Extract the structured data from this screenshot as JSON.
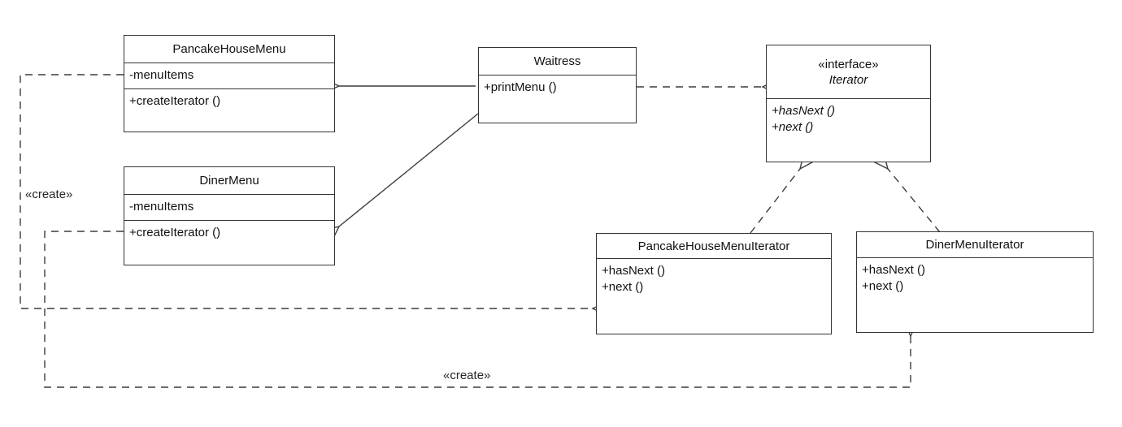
{
  "diagram_type": "uml-class-diagram",
  "classes": [
    {
      "name": "PancakeHouseMenu",
      "attributes": [
        "-menuItems"
      ],
      "methods": [
        "+createIterator ()"
      ]
    },
    {
      "name": "DinerMenu",
      "attributes": [
        "-menuItems"
      ],
      "methods": [
        "+createIterator ()"
      ]
    },
    {
      "name": "Waitress",
      "methods": [
        "+printMenu ()"
      ]
    },
    {
      "name": "Iterator",
      "stereotype": "«interface»",
      "methods": [
        "+hasNext ()",
        "+next ()"
      ]
    },
    {
      "name": "PancakeHouseMenuIterator",
      "methods": [
        "+hasNext ()",
        "+next ()"
      ]
    },
    {
      "name": "DinerMenuIterator",
      "methods": [
        "+hasNext ()",
        "+next ()"
      ]
    }
  ],
  "relationships": [
    {
      "type": "association",
      "from": "Waitress",
      "to": "PancakeHouseMenu"
    },
    {
      "type": "association",
      "from": "Waitress",
      "to": "DinerMenu"
    },
    {
      "type": "dependency",
      "from": "Waitress",
      "to": "Iterator"
    },
    {
      "type": "realization",
      "from": "PancakeHouseMenuIterator",
      "to": "Iterator"
    },
    {
      "type": "realization",
      "from": "DinerMenuIterator",
      "to": "Iterator"
    },
    {
      "type": "dependency",
      "from": "PancakeHouseMenu",
      "to": "PancakeHouseMenuIterator",
      "label": "«create»"
    },
    {
      "type": "dependency",
      "from": "DinerMenu",
      "to": "DinerMenuIterator",
      "label": "«create»"
    }
  ],
  "colors": {
    "background": "#ffffff",
    "line": "#3c3c3c",
    "border": "#343434",
    "text": "#111111"
  }
}
